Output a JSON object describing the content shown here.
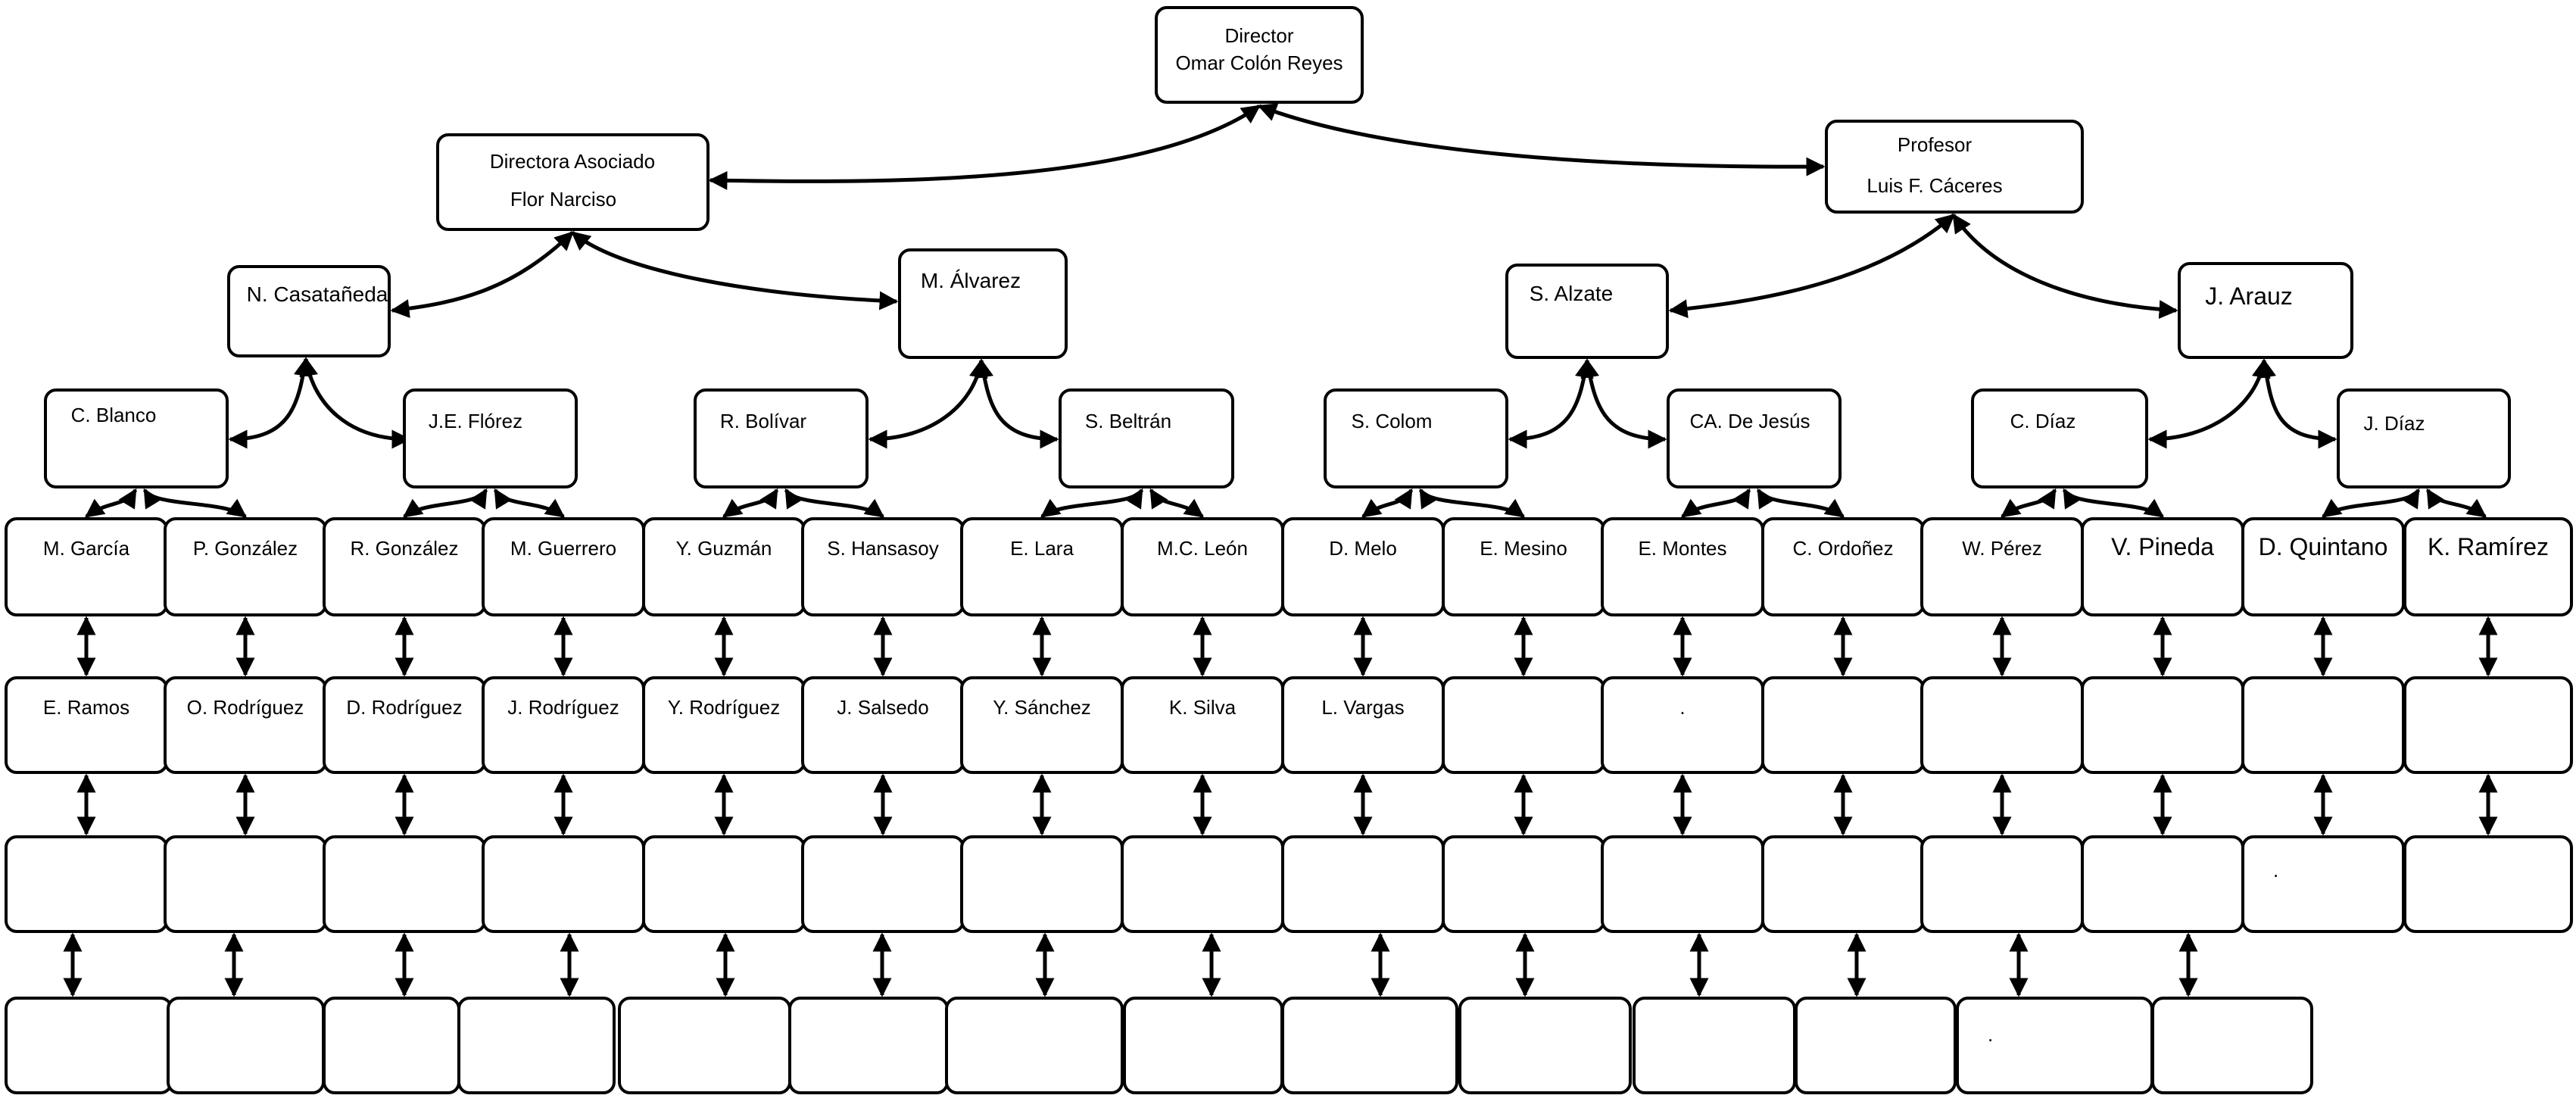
{
  "colors": {
    "line": "#000000",
    "box_fill": "#ffffff",
    "text": "#000000"
  },
  "nodes": {
    "director": {
      "l1": "Director",
      "l2": "Omar Colón Reyes"
    },
    "associate": {
      "l1": "Directora Asociado",
      "l2": "Flor Narciso"
    },
    "professor": {
      "l1": "Profesor",
      "l2": "Luis F. Cáceres"
    },
    "casataneda": {
      "l1": "N. Casatañeda"
    },
    "alvarez": {
      "l1": "M. Álvarez"
    },
    "alzate": {
      "l1": "S. Alzate"
    },
    "arauz": {
      "l1": "J. Arauz"
    },
    "blanco": {
      "l1": "C. Blanco"
    },
    "florez": {
      "l1": "J.E. Flórez"
    },
    "bolivar": {
      "l1": "R. Bolívar"
    },
    "beltran": {
      "l1": "S. Beltrán"
    },
    "colom": {
      "l1": "S. Colom"
    },
    "dejesus": {
      "l1": "CA. De Jesús"
    },
    "cdiaz": {
      "l1": "C. Díaz"
    },
    "jdiaz": {
      "l1": "J. Díaz"
    }
  },
  "rows": {
    "students": [
      "M. García",
      "P. González",
      "R. González",
      "M. Guerrero",
      "Y. Guzmán",
      "S. Hansasoy",
      "E. Lara",
      "M.C. León",
      "D. Melo",
      "E. Mesino",
      "E. Montes",
      "C. Ordoñez",
      "W. Pérez",
      "V. Pineda",
      "D. Quintano",
      "K. Ramírez"
    ],
    "second": [
      "E. Ramos",
      "O. Rodríguez",
      "D. Rodríguez",
      "J. Rodríguez",
      "Y. Rodríguez",
      "J. Salsedo",
      "Y. Sánchez",
      "K. Silva",
      "L. Vargas",
      "",
      ".",
      "",
      "",
      "",
      "",
      ""
    ],
    "third": [
      "",
      "",
      "",
      "",
      "",
      "",
      "",
      "",
      "",
      "",
      "",
      "",
      "",
      "",
      ".",
      ""
    ],
    "fourth": [
      "",
      "",
      "",
      "",
      "",
      "",
      "",
      "",
      "",
      "",
      "",
      "",
      ".",
      ""
    ]
  }
}
